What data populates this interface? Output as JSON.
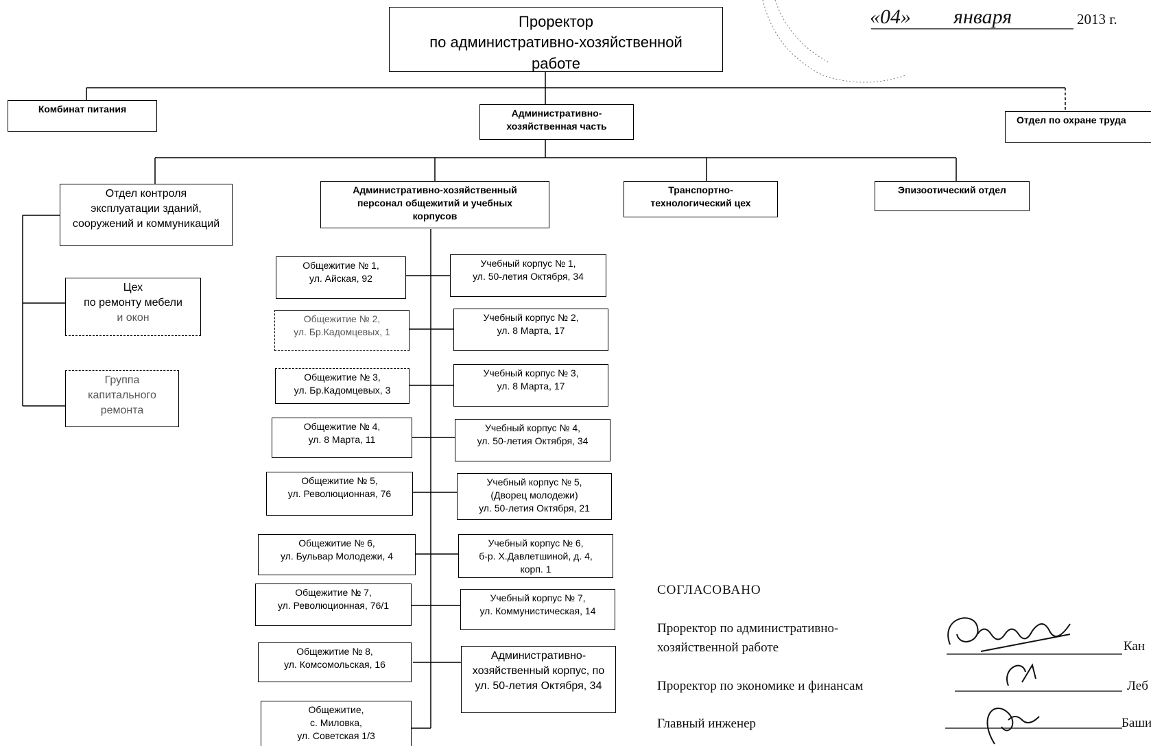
{
  "top_box": {
    "line1": "Проректор",
    "line2": "по административно-хозяйственной",
    "line3": "работе"
  },
  "approval": {
    "day": "«04»",
    "month": "января",
    "year": "2013 г."
  },
  "food_plant": "Комбинат питания",
  "ahc": {
    "line1": "Административно-",
    "line2": "хозяйственная часть"
  },
  "labor_protection": "Отдел по охране труда",
  "building_control": {
    "line1": "Отдел контроля",
    "line2": "эксплуатации зданий,",
    "line3": "сооружений и коммуникаций"
  },
  "ahp": {
    "line1": "Административно-хозяйственный",
    "line2": "персонал общежитий и учебных",
    "line3": "корпусов"
  },
  "transport": {
    "line1": "Транспортно-",
    "line2": "технологический цех"
  },
  "epizootic": "Эпизоотический отдел",
  "furniture_shop": {
    "line1": "Цех",
    "line2": "по ремонту мебели",
    "line3": "и окон"
  },
  "capital_repair": {
    "line1": "Группа",
    "line2": "капитального",
    "line3": "ремонта"
  },
  "dormitories": [
    {
      "line1": "Общежитие № 1,",
      "line2": "ул. Айская, 92"
    },
    {
      "line1": "Общежитие № 2,",
      "line2": "ул. Бр.Кадомцевых, 1"
    },
    {
      "line1": "Общежитие № 3,",
      "line2": "ул. Бр.Кадомцевых, 3"
    },
    {
      "line1": "Общежитие № 4,",
      "line2": "ул. 8 Марта, 11"
    },
    {
      "line1": "Общежитие № 5,",
      "line2": "ул. Революционная, 76"
    },
    {
      "line1": "Общежитие № 6,",
      "line2": "ул. Бульвар Молодежи, 4"
    },
    {
      "line1": "Общежитие № 7,",
      "line2": "ул. Революционная, 76/1"
    },
    {
      "line1": "Общежитие № 8,",
      "line2": "ул. Комсомольская, 16"
    },
    {
      "line1": "Общежитие,",
      "line2": "с. Миловка,",
      "line3": "ул. Советская 1/3"
    }
  ],
  "academic_buildings": [
    {
      "line1": "Учебный корпус № 1,",
      "line2": "ул. 50-летия Октября, 34"
    },
    {
      "line1": "Учебный корпус № 2,",
      "line2": "ул. 8 Марта, 17"
    },
    {
      "line1": "Учебный корпус № 3,",
      "line2": "ул. 8 Марта, 17"
    },
    {
      "line1": "Учебный корпус № 4,",
      "line2": "ул. 50-летия Октября, 34"
    },
    {
      "line1": "Учебный корпус № 5,",
      "line2": "(Дворец молодежи)",
      "line3": "ул. 50-летия Октября, 21"
    },
    {
      "line1": "Учебный корпус № 6,",
      "line2": "б-р. Х.Давлетшиной, д. 4,",
      "line3": "корп. 1"
    },
    {
      "line1": "Учебный корпус № 7,",
      "line2": "ул. Коммунистическая, 14"
    },
    {
      "line1": "Административно-",
      "line2": "хозяйственный корпус, по",
      "line3": "ул. 50-летия Октября, 34"
    }
  ],
  "agreed": {
    "title": "СОГЛАСОВАНО",
    "row1_line1": "Проректор по административно-",
    "row1_line2": "хозяйственной работе",
    "row1_name": "Кан",
    "row2": "Проректор по экономике и финансам",
    "row2_name": "Леб",
    "row3": "Главный инженер",
    "row3_name": "Баши"
  }
}
